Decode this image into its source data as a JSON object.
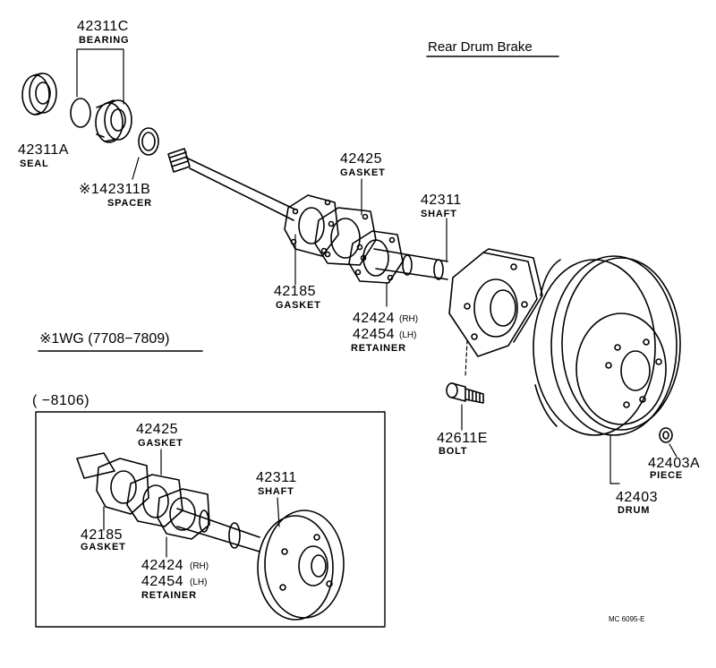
{
  "title": "Rear Drum Brake",
  "note_wg": "※1WG (7708−7809)",
  "inset_range": "(      −8106)",
  "drawing_code": "MC 6095-E",
  "parts": {
    "bearing": {
      "number": "42311C",
      "name": "BEARING"
    },
    "seal": {
      "number": "42311A",
      "name": "SEAL"
    },
    "spacer": {
      "number": "※142311B",
      "name": "SPACER"
    },
    "gasket_top": {
      "number": "42425",
      "name": "GASKET"
    },
    "shaft": {
      "number": "42311",
      "name": "SHAFT"
    },
    "gasket_lower": {
      "number": "42185",
      "name": "GASKET"
    },
    "retainer_rh": {
      "number": "42424",
      "side": "(RH)"
    },
    "retainer_lh": {
      "number": "42454",
      "side": "(LH)"
    },
    "retainer_name": "RETAINER",
    "bolt": {
      "number": "42611E",
      "name": "BOLT"
    },
    "piece": {
      "number": "42403A",
      "name": "PIECE"
    },
    "drum": {
      "number": "42403",
      "name": "DRUM"
    }
  },
  "inset_parts": {
    "gasket_a": {
      "number": "42425",
      "name": "GASKET"
    },
    "shaft": {
      "number": "42311",
      "name": "SHAFT"
    },
    "gasket_b": {
      "number": "42185",
      "name": "GASKET"
    },
    "retainer_rh": {
      "number": "42424",
      "side": "(RH)"
    },
    "retainer_lh": {
      "number": "42454",
      "side": "(LH)"
    },
    "retainer_name": "RETAINER"
  }
}
